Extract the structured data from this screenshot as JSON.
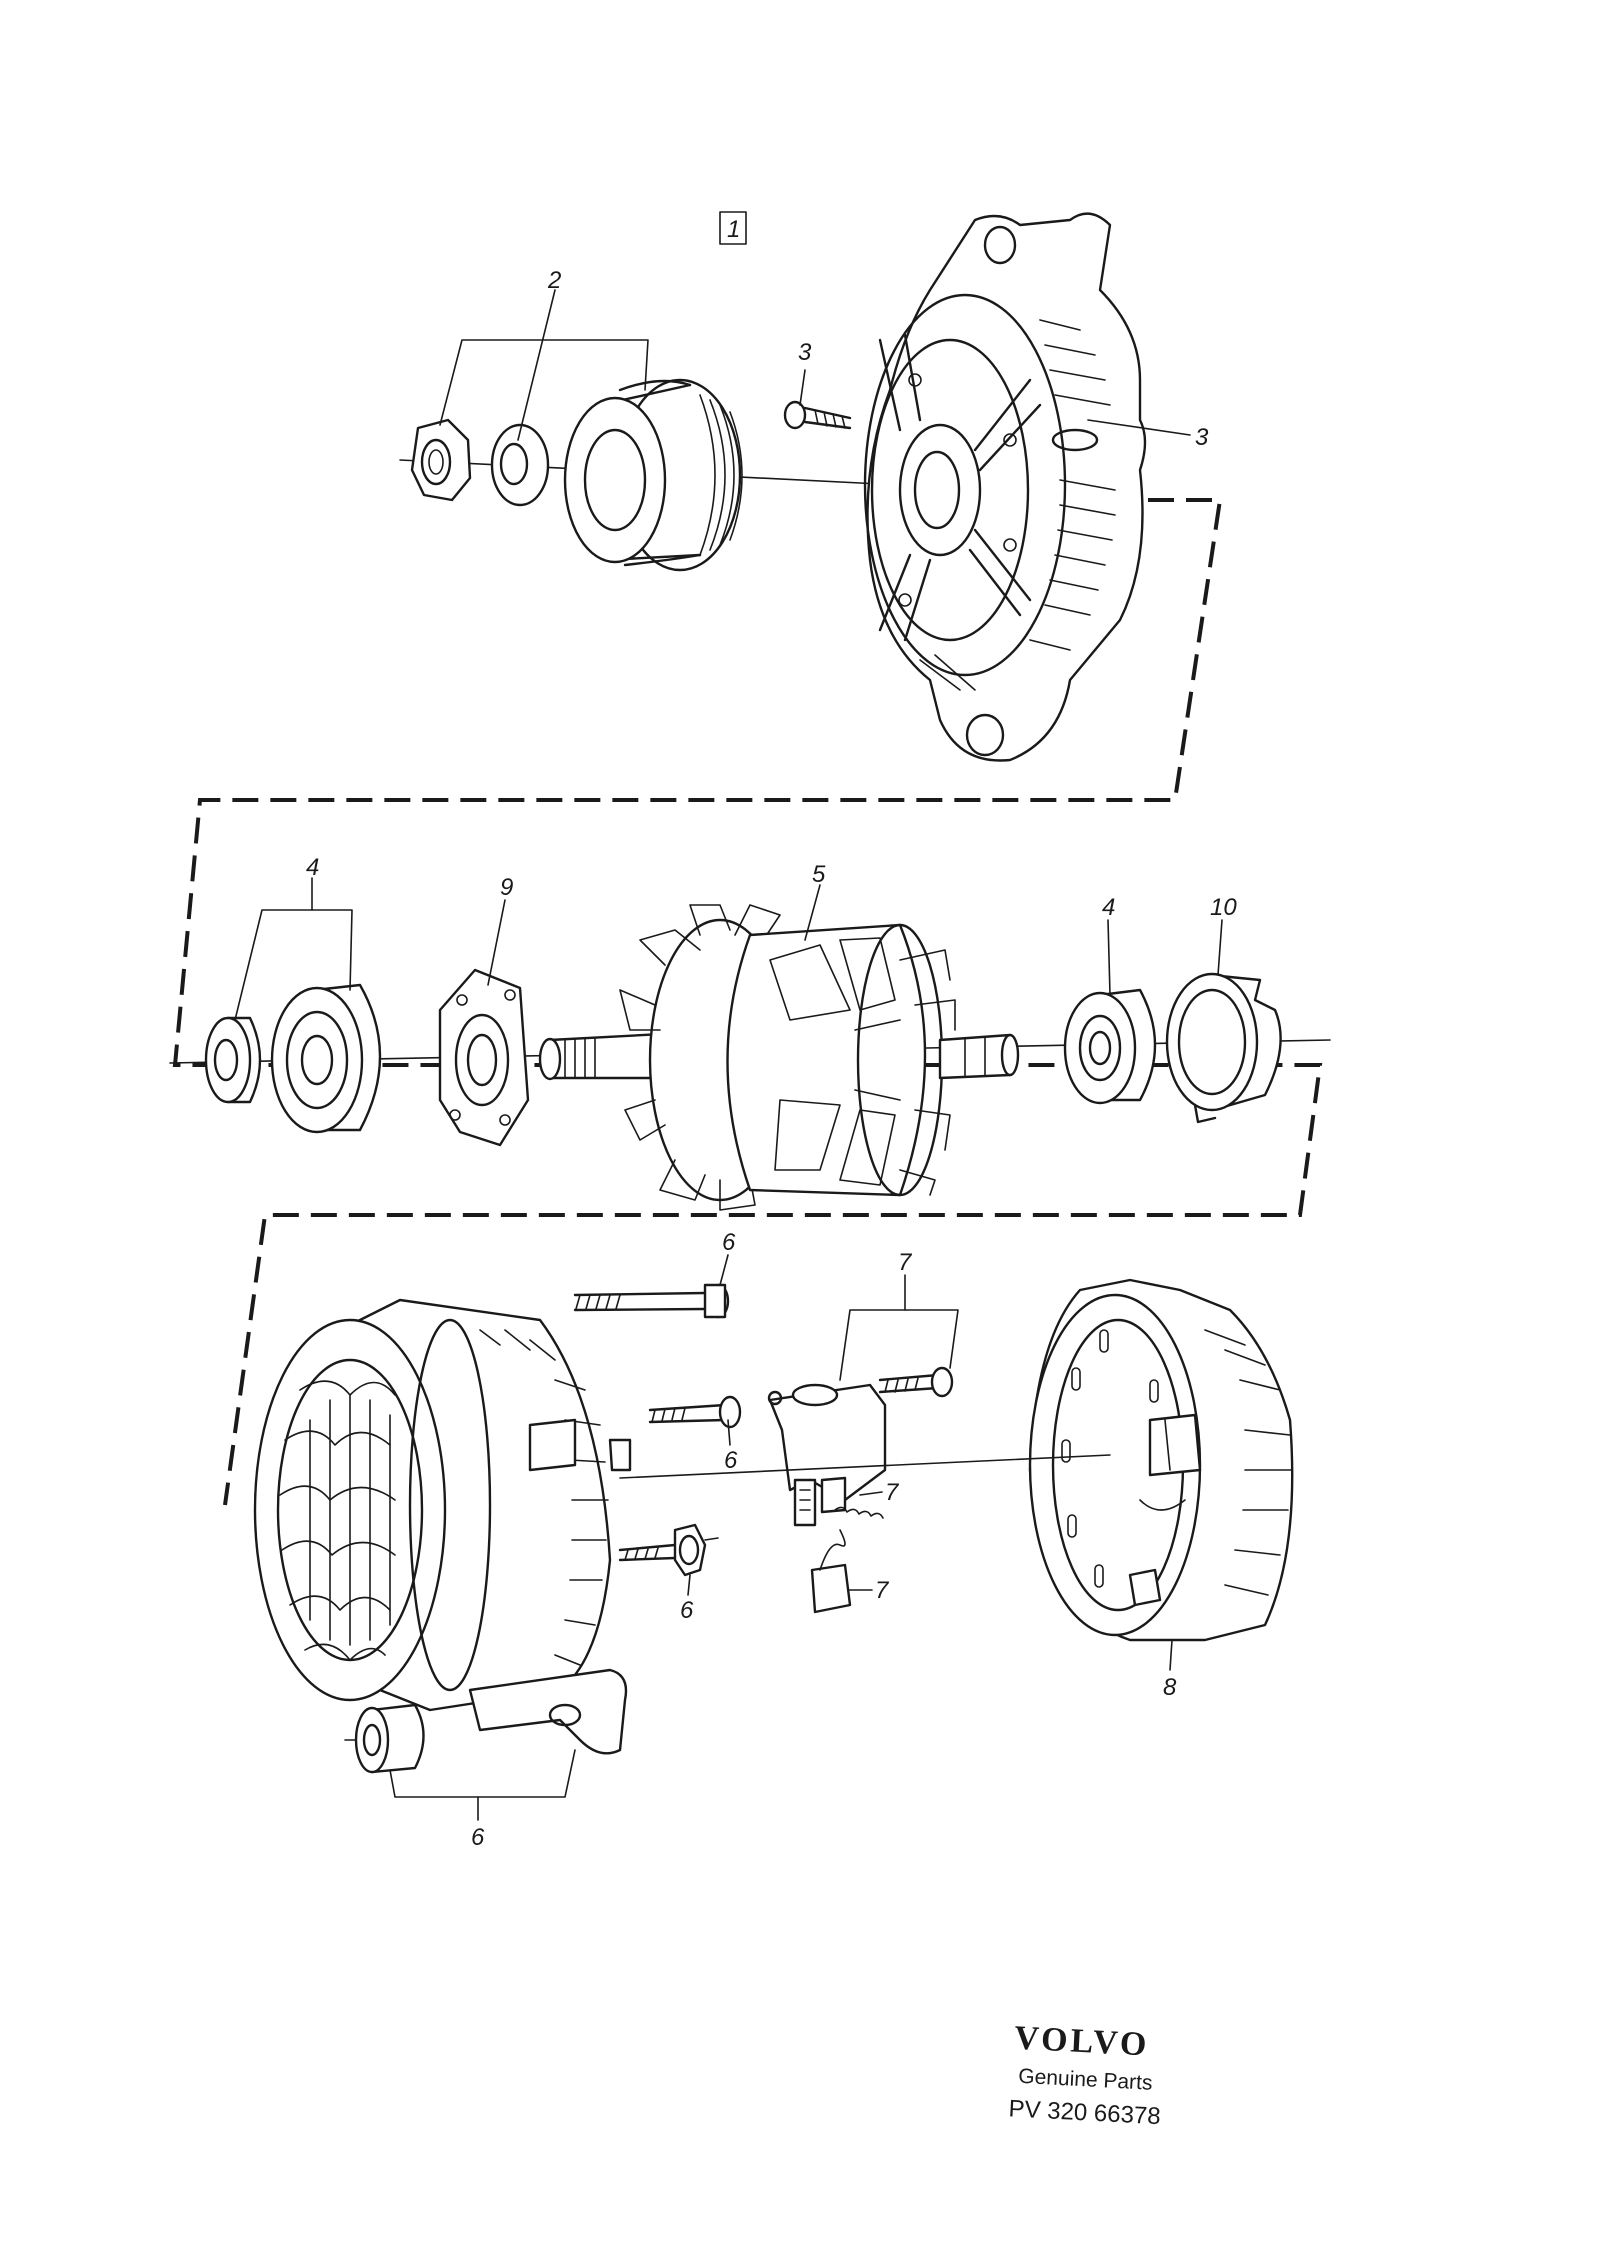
{
  "callouts": {
    "group_box": "1",
    "c2": "2",
    "c3a": "3",
    "c3b": "3",
    "c4a": "4",
    "c4b": "4",
    "c5": "5",
    "c6a": "6",
    "c6b": "6",
    "c6c": "6",
    "c6d": "6",
    "c7a": "7",
    "c7b": "7",
    "c7c": "7",
    "c8": "8",
    "c9": "9",
    "c10": "10"
  },
  "branding": {
    "logo": "VOLVO",
    "subtitle": "Genuine Parts",
    "code": "PV 320 66378"
  }
}
